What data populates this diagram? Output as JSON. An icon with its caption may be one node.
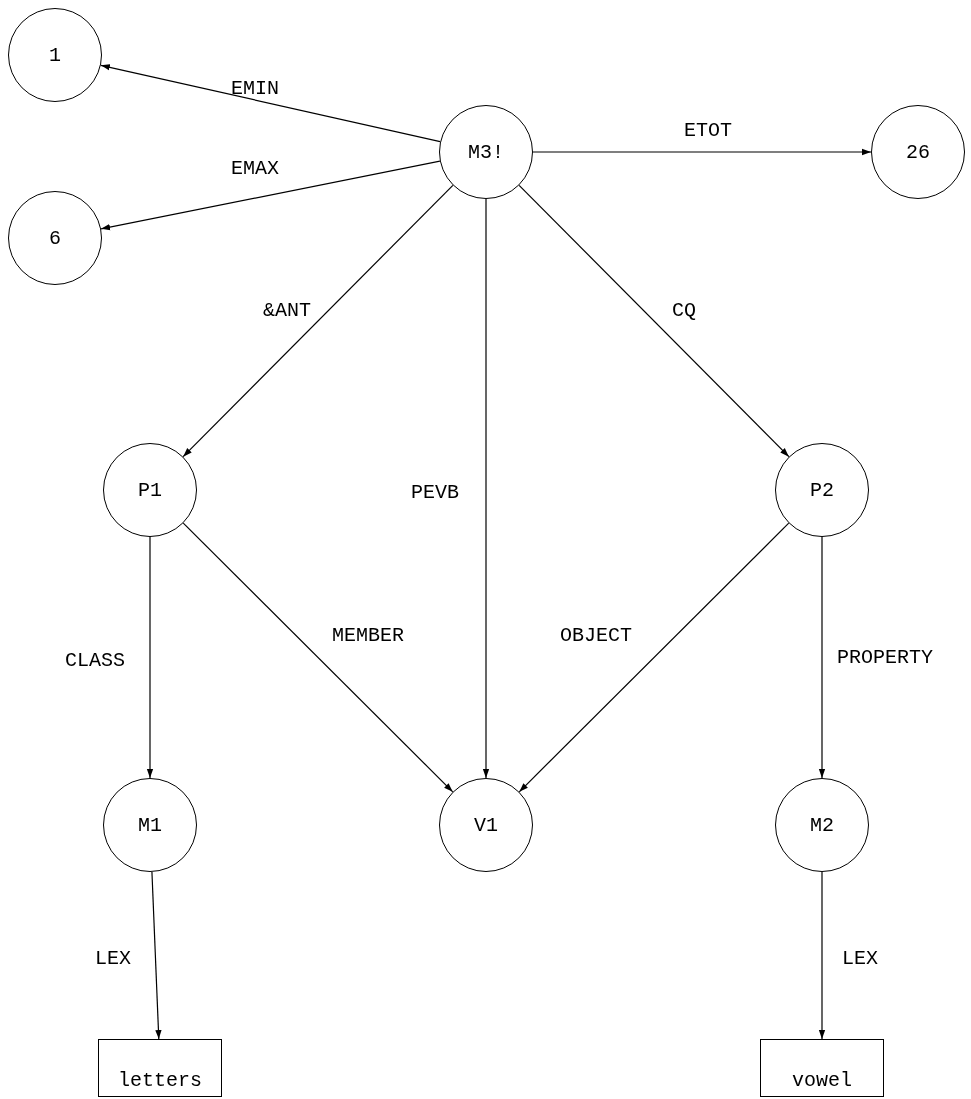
{
  "diagram": {
    "nodes": [
      {
        "text": [
          "M3!"
        ]
      },
      {
        "text": [
          "1"
        ]
      },
      {
        "text": [
          "6"
        ]
      },
      {
        "text": [
          "26"
        ]
      },
      {
        "text": [
          "P1"
        ]
      },
      {
        "text": [
          "P2"
        ]
      },
      {
        "text": [
          "M1"
        ]
      },
      {
        "text": [
          "V1"
        ]
      },
      {
        "text": [
          "M2"
        ]
      },
      {
        "text": [
          "letters"
        ]
      },
      {
        "text": [
          "vowel"
        ]
      }
    ],
    "edges": [
      {
        "from": 0,
        "to": 1,
        "arrow": "to",
        "label": "EMIN"
      },
      {
        "from": 0,
        "to": 2,
        "arrow": "to",
        "label": "EMAX"
      },
      {
        "from": 0,
        "to": 3,
        "arrow": "to",
        "label": "ETOT"
      },
      {
        "from": 0,
        "to": 4,
        "arrow": "to",
        "label": "&ANT"
      },
      {
        "from": 0,
        "to": 7,
        "arrow": "to",
        "label": "PEVB"
      },
      {
        "from": 0,
        "to": 5,
        "arrow": "to",
        "label": "CQ"
      },
      {
        "from": 4,
        "to": 6,
        "arrow": "to",
        "label": "CLASS"
      },
      {
        "from": 4,
        "to": 7,
        "arrow": "to",
        "label": "MEMBER"
      },
      {
        "from": 5,
        "to": 7,
        "arrow": "to",
        "label": "OBJECT"
      },
      {
        "from": 5,
        "to": 8,
        "arrow": "to",
        "label": "PROPERTY"
      },
      {
        "from": 6,
        "to": 9,
        "arrow": "to",
        "label": "LEX"
      },
      {
        "from": 8,
        "to": 10,
        "arrow": "to",
        "label": "LEX"
      }
    ]
  }
}
